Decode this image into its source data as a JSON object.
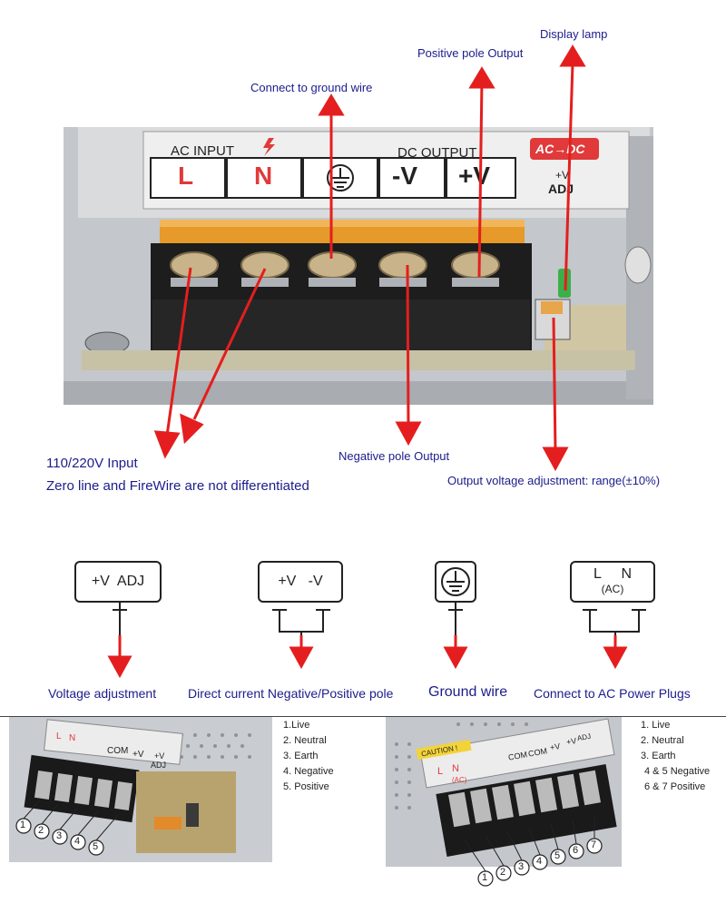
{
  "top_photo": {
    "panel_ac_input": "AC INPUT",
    "panel_dc_output": "DC OUTPUT",
    "panel_ac_dc": "AC→DC",
    "panel_v_adj": "+V",
    "panel_adj": "ADJ",
    "terminals": [
      "L",
      "N",
      "",
      "-V",
      "+V"
    ]
  },
  "callouts": {
    "display_lamp": "Display lamp",
    "positive_pole_output": "Positive pole Output",
    "connect_ground": "Connect to ground wire",
    "negative_pole_output": "Negative pole Output",
    "output_voltage_adj": "Output voltage adjustment: range(±10%)",
    "input_line1": "110/220V Input",
    "input_line2": "Zero line and  FireWire are not differentiated"
  },
  "symbols": {
    "adj_box": "+V  ADJ",
    "dc_box": "+V   -V",
    "ac_box_top": "L     N",
    "ac_box_sub": "(AC)"
  },
  "symbol_labels": {
    "voltage_adjustment": "Voltage adjustment",
    "dc_neg_pos": "Direct current Negative/Positive pole",
    "ground_wire": "Ground wire",
    "ac_power": "Connect to AC Power Plugs"
  },
  "bottom_left": {
    "legend": [
      "1.Live",
      "2. Neutral",
      "3. Earth",
      "4. Negative",
      "5. Positive"
    ],
    "panel_labels": [
      "L",
      "N",
      "COM",
      "+V",
      "+V",
      "ADJ"
    ],
    "numbers": [
      "1",
      "2",
      "3",
      "4",
      "5"
    ]
  },
  "bottom_right": {
    "legend": [
      "1. Live",
      "2. Neutral",
      "3. Earth",
      "4 & 5 Negative",
      "6 & 7 Positive"
    ],
    "panel_labels": [
      "CAUTION !",
      "L",
      "N",
      "(AC)",
      "COM",
      "COM",
      "+V",
      "+V",
      "ADJ"
    ],
    "numbers": [
      "1",
      "2",
      "3",
      "4",
      "5",
      "6",
      "7"
    ]
  },
  "colors": {
    "label": "#1c1c8c",
    "arrow": "#e41e1e",
    "metal": "#b9bcc0",
    "orange": "#e59a2a"
  }
}
